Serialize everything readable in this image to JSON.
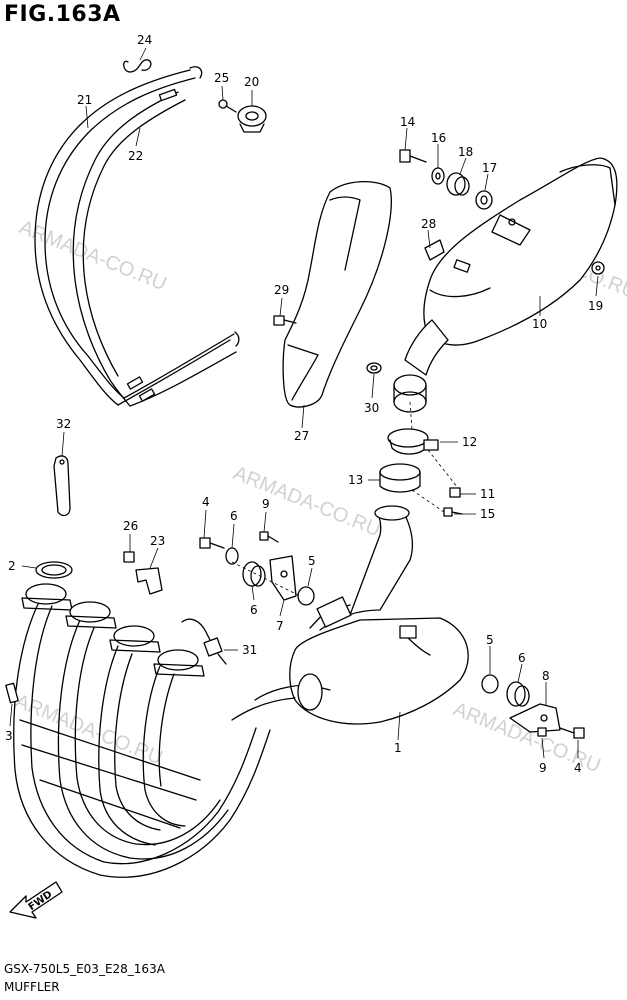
{
  "header": {
    "figure_title": "FIG.163A"
  },
  "footer": {
    "model_code": "GSX-750L5_E03_E28_163A",
    "group_name": "MUFFLER"
  },
  "watermark_text": "ARMADA-CO.RU",
  "fwd_label": "FWD",
  "callouts": {
    "c1": "1",
    "c2": "2",
    "c3": "3",
    "c4a": "4",
    "c4b": "4",
    "c5a": "5",
    "c5b": "5",
    "c6a": "6",
    "c6b": "6",
    "c6c": "6",
    "c7": "7",
    "c8": "8",
    "c9a": "9",
    "c9b": "9",
    "c10": "10",
    "c11": "11",
    "c12": "12",
    "c13": "13",
    "c14": "14",
    "c15": "15",
    "c16": "16",
    "c17": "17",
    "c18": "18",
    "c19": "19",
    "c20": "20",
    "c21": "21",
    "c22": "22",
    "c23": "23",
    "c24": "24",
    "c25": "25",
    "c26": "26",
    "c27": "27",
    "c28": "28",
    "c29": "29",
    "c30": "30",
    "c31": "31",
    "c32": "32"
  }
}
